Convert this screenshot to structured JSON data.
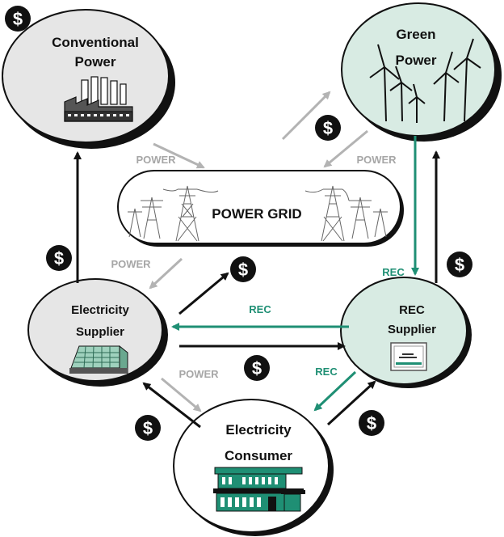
{
  "nodes": {
    "conventional_power": {
      "line1": "Conventional",
      "line2": "Power"
    },
    "green_power": {
      "line1": "Green",
      "line2": "Power"
    },
    "power_grid": {
      "label": "POWER GRID"
    },
    "electricity_supplier": {
      "line1": "Electricity",
      "line2": "Supplier"
    },
    "rec_supplier": {
      "line1": "REC",
      "line2": "Supplier"
    },
    "electricity_consumer": {
      "line1": "Electricity",
      "line2": "Consumer"
    }
  },
  "flows": {
    "power_conv_to_grid": "POWER",
    "power_green_to_grid": "POWER",
    "power_grid_to_supplier": "POWER",
    "power_supplier_to_consumer": "POWER",
    "rec_green_to_rec_supplier": "REC",
    "rec_rec_supplier_to_supplier": "REC",
    "rec_rec_supplier_to_consumer": "REC"
  },
  "money_symbol": "$",
  "colors": {
    "power_arrow": "#b3b3b3",
    "rec_arrow": "#1f8f74",
    "money_arrow": "#111111",
    "green_node_fill": "#d8ebe3",
    "conventional_node_fill": "#e6e6e6",
    "supplier_node_fill": "#e6e6e6",
    "rec_supplier_fill": "#d8ebe3"
  }
}
